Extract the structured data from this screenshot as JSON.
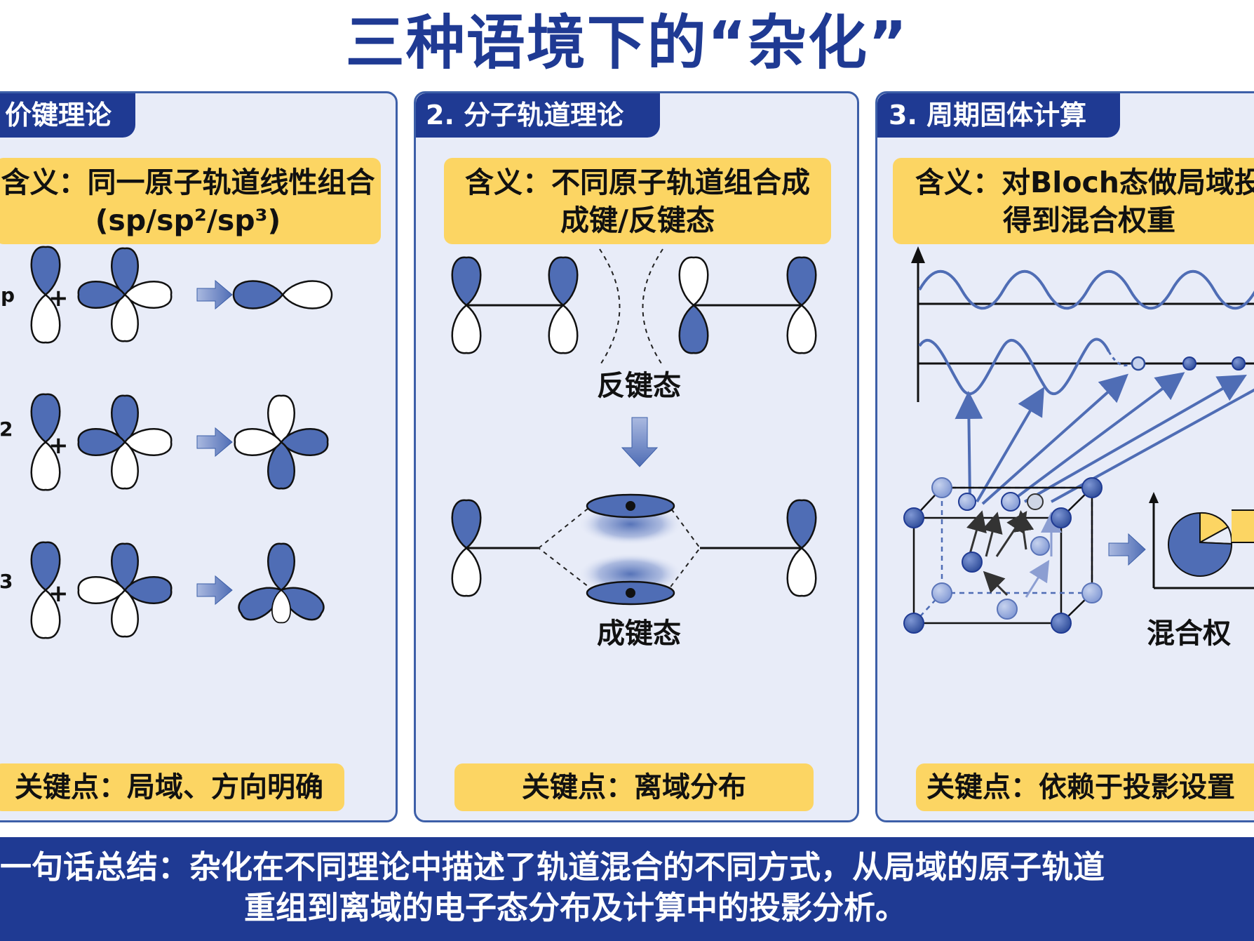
{
  "title": "三种语境下的“杂化”",
  "panels": [
    {
      "tab": "价键理论",
      "meaning_line1": "含义：同一原子轨道线性组合",
      "meaning_line2": "(sp/sp²/sp³)",
      "row_labels": [
        "p",
        "2",
        "3"
      ],
      "plus_sign": "+",
      "keypoint": "关键点：局域、方向明确"
    },
    {
      "tab": "2. 分子轨道理论",
      "meaning_line1": "含义：不同原子轨道组合成",
      "meaning_line2": "成键/反键态",
      "antibonding_label": "反键态",
      "bonding_label": "成键态",
      "keypoint": "关键点：离域分布"
    },
    {
      "tab": "3. 周期固体计算",
      "meaning_line1": "含义：对Bloch态做局域投",
      "meaning_line2": "得到混合权重",
      "mix_label": "混合权",
      "keypoint": "关键点：依赖于投影设置"
    }
  ],
  "summary_line1": "一句话总结：杂化在不同理论中描述了轨道混合的不同方式，从局域的原子轨道",
  "summary_line2": "重组到离域的电子态分布及计算中的投影分析。",
  "colors": {
    "brand_blue": "#1f3a93",
    "lobe_blue": "#4f6db5",
    "highlight_yellow": "#fcd563",
    "panel_bg": "#e8ecf8"
  }
}
